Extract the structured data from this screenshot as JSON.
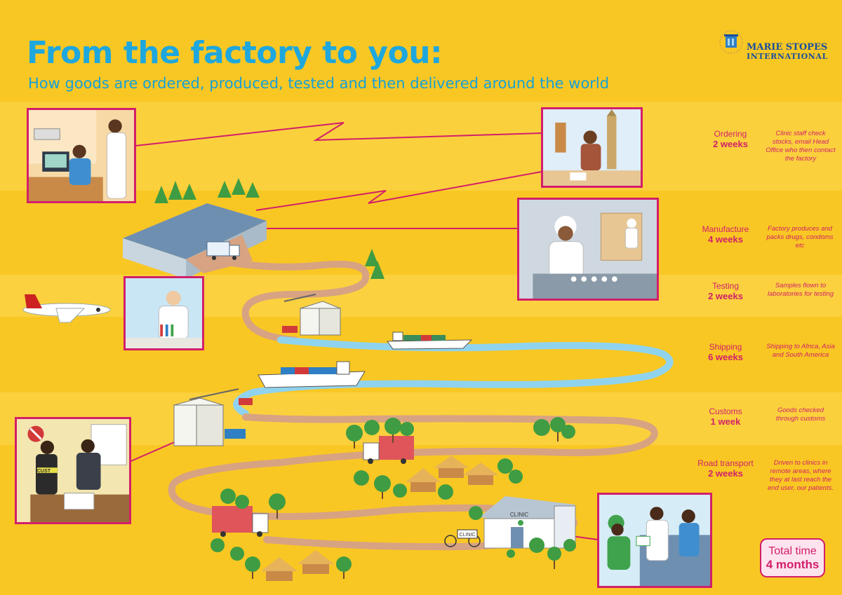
{
  "title": "From the factory to you:",
  "subtitle": "How goods are ordered, produced, tested and then delivered around the world",
  "logo": {
    "line1": "MARIE STOPES",
    "line2": "INTERNATIONAL"
  },
  "stages": [
    {
      "name": "Ordering",
      "duration": "2 weeks",
      "description": "Clinic staff check stocks, email Head Office who then contact the factory"
    },
    {
      "name": "Manufacture",
      "duration": "4 weeks",
      "description": "Factory produces and packs drugs, condoms etc"
    },
    {
      "name": "Testing",
      "duration": "2 weeks",
      "description": "Samples flown to laboratories for testing"
    },
    {
      "name": "Shipping",
      "duration": "6 weeks",
      "description": "Shipping to Africa, Asia and South America"
    },
    {
      "name": "Customs",
      "duration": "1 week",
      "description": "Goods checked through customs"
    },
    {
      "name": "Road transport",
      "duration": "2 weeks",
      "description": "Driven to clinics in remote areas, where they at last reach the end user, our patients."
    }
  ],
  "total": {
    "label": "Total time",
    "value": "4 months"
  },
  "labels": {
    "customs_vest": "CUST",
    "clinic_sign": "CLINIC",
    "bike_sign": "CLINIC"
  },
  "colors": {
    "accent": "#d21f6a",
    "title_blue": "#1ea7dd",
    "background": "#f9c723",
    "road": "#d7a382",
    "river": "#8fd3ee"
  }
}
